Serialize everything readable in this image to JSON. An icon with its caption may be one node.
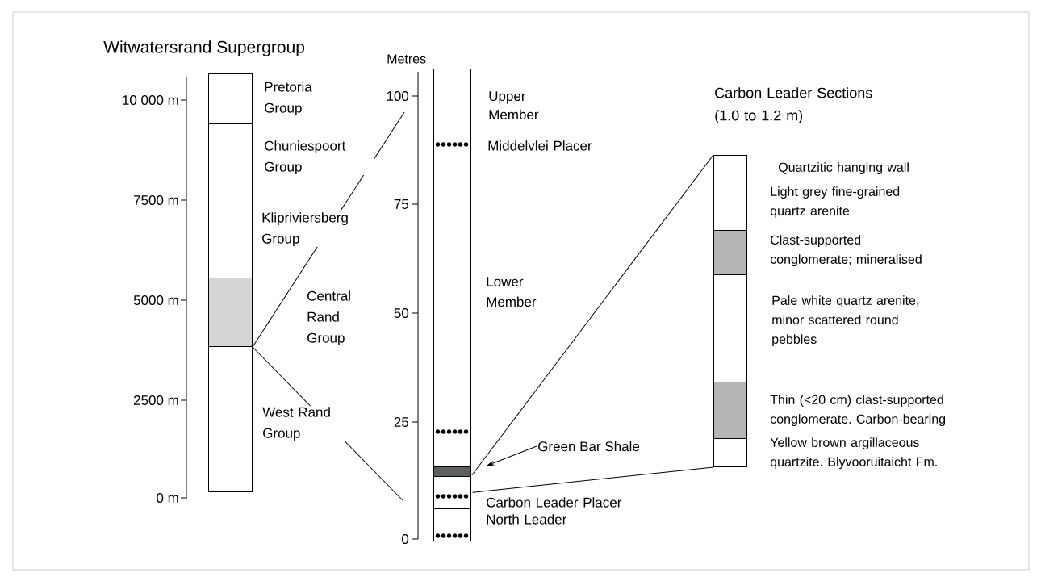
{
  "diagram": {
    "title": "Witwatersrand Supergroup",
    "nodes": [
      {
        "text": [],
        "shape": "box",
        "beside": [
          "Pretoria Group"
        ]
      },
      {
        "text": [],
        "shape": "box",
        "beside": [
          "Chuniespoort Group"
        ]
      },
      {
        "text": [],
        "shape": "box",
        "beside": [
          "Klipriviersberg Group"
        ]
      },
      {
        "text": [],
        "shape": "box"
      },
      {
        "text": [],
        "shape": "box",
        "beside": [
          "West Rand Group"
        ]
      },
      {
        "text": [],
        "shape": "box"
      },
      {
        "text": [],
        "shape": "box",
        "in": 5
      },
      {
        "text": [],
        "shape": "box",
        "in": 5,
        "beside": [
          "Carbon Leader Placer"
        ]
      },
      {
        "text": [
          "Green Bar Shale"
        ]
      },
      {
        "text": [],
        "shape": "box",
        "beside": [
          "Quartzitic hanging wall"
        ]
      },
      {
        "text": [],
        "shape": "box",
        "beside": [
          "Light grey fine-grained quartz arenite"
        ]
      },
      {
        "text": [],
        "shape": "box",
        "beside": [
          "Clast-supported conglomerate; mineralised"
        ]
      },
      {
        "text": [],
        "shape": "box",
        "beside": [
          "Pale white quartz arenite, minor scattered round pebbles"
        ]
      },
      {
        "text": [],
        "shape": "box",
        "beside": [
          "Thin (<20 cm) clast-supported conglomerate. Carbon-bearing"
        ]
      },
      {
        "text": [],
        "shape": "box",
        "beside": [
          "Yellow brown argillaceous quartzite. Blyvooruitaicht Fm."
        ]
      }
    ],
    "edges": [
      {
        "from": 3,
        "to": null,
        "arrow": "none"
      },
      {
        "from": 3,
        "to": null,
        "arrow": "none"
      },
      {
        "from": 8,
        "to": 6,
        "arrow": "to"
      },
      {
        "from": 7,
        "to": 9,
        "arrow": "none"
      },
      {
        "from": 7,
        "to": 14,
        "arrow": "none"
      }
    ],
    "labels": [
      "10 000 m",
      "7500 m",
      "5000 m",
      "2500 m",
      "0 m",
      "Metres",
      "100",
      "75",
      "50",
      "25",
      "0",
      "Upper Member",
      "Middelvlei Placer",
      "Lower Member",
      "North Leader",
      "Carbon Leader Sections (1.0 to 1.2 m)",
      "Central Rand Group"
    ]
  }
}
